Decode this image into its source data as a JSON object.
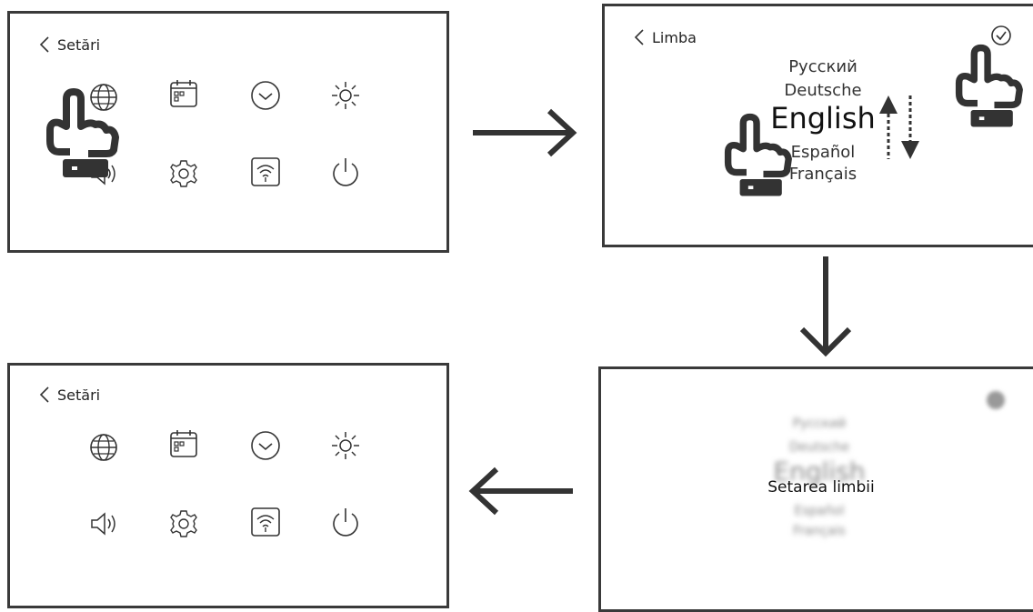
{
  "settings_top": {
    "title": "Setări",
    "icons": [
      "globe-icon",
      "calendar-icon",
      "clock-icon",
      "brightness-icon",
      "speaker-icon",
      "gear-icon",
      "wifi-icon",
      "power-icon"
    ]
  },
  "language_screen": {
    "title": "Limba",
    "languages": [
      "Русский",
      "Deutsche",
      "English",
      "Español",
      "Français"
    ],
    "selected": "English",
    "confirm_icon": "check-circle-icon"
  },
  "setting_screen": {
    "message": "Setarea limbii",
    "blurred_languages": [
      "Русский",
      "Deutsche",
      "English",
      "Español",
      "Français"
    ]
  },
  "settings_bottom": {
    "title": "Setări",
    "icons": [
      "globe-icon",
      "calendar-icon",
      "clock-icon",
      "brightness-icon",
      "speaker-icon",
      "gear-icon",
      "wifi-icon",
      "power-icon"
    ]
  },
  "colors": {
    "stroke": "#3a3a3a",
    "hand": "#333333"
  }
}
